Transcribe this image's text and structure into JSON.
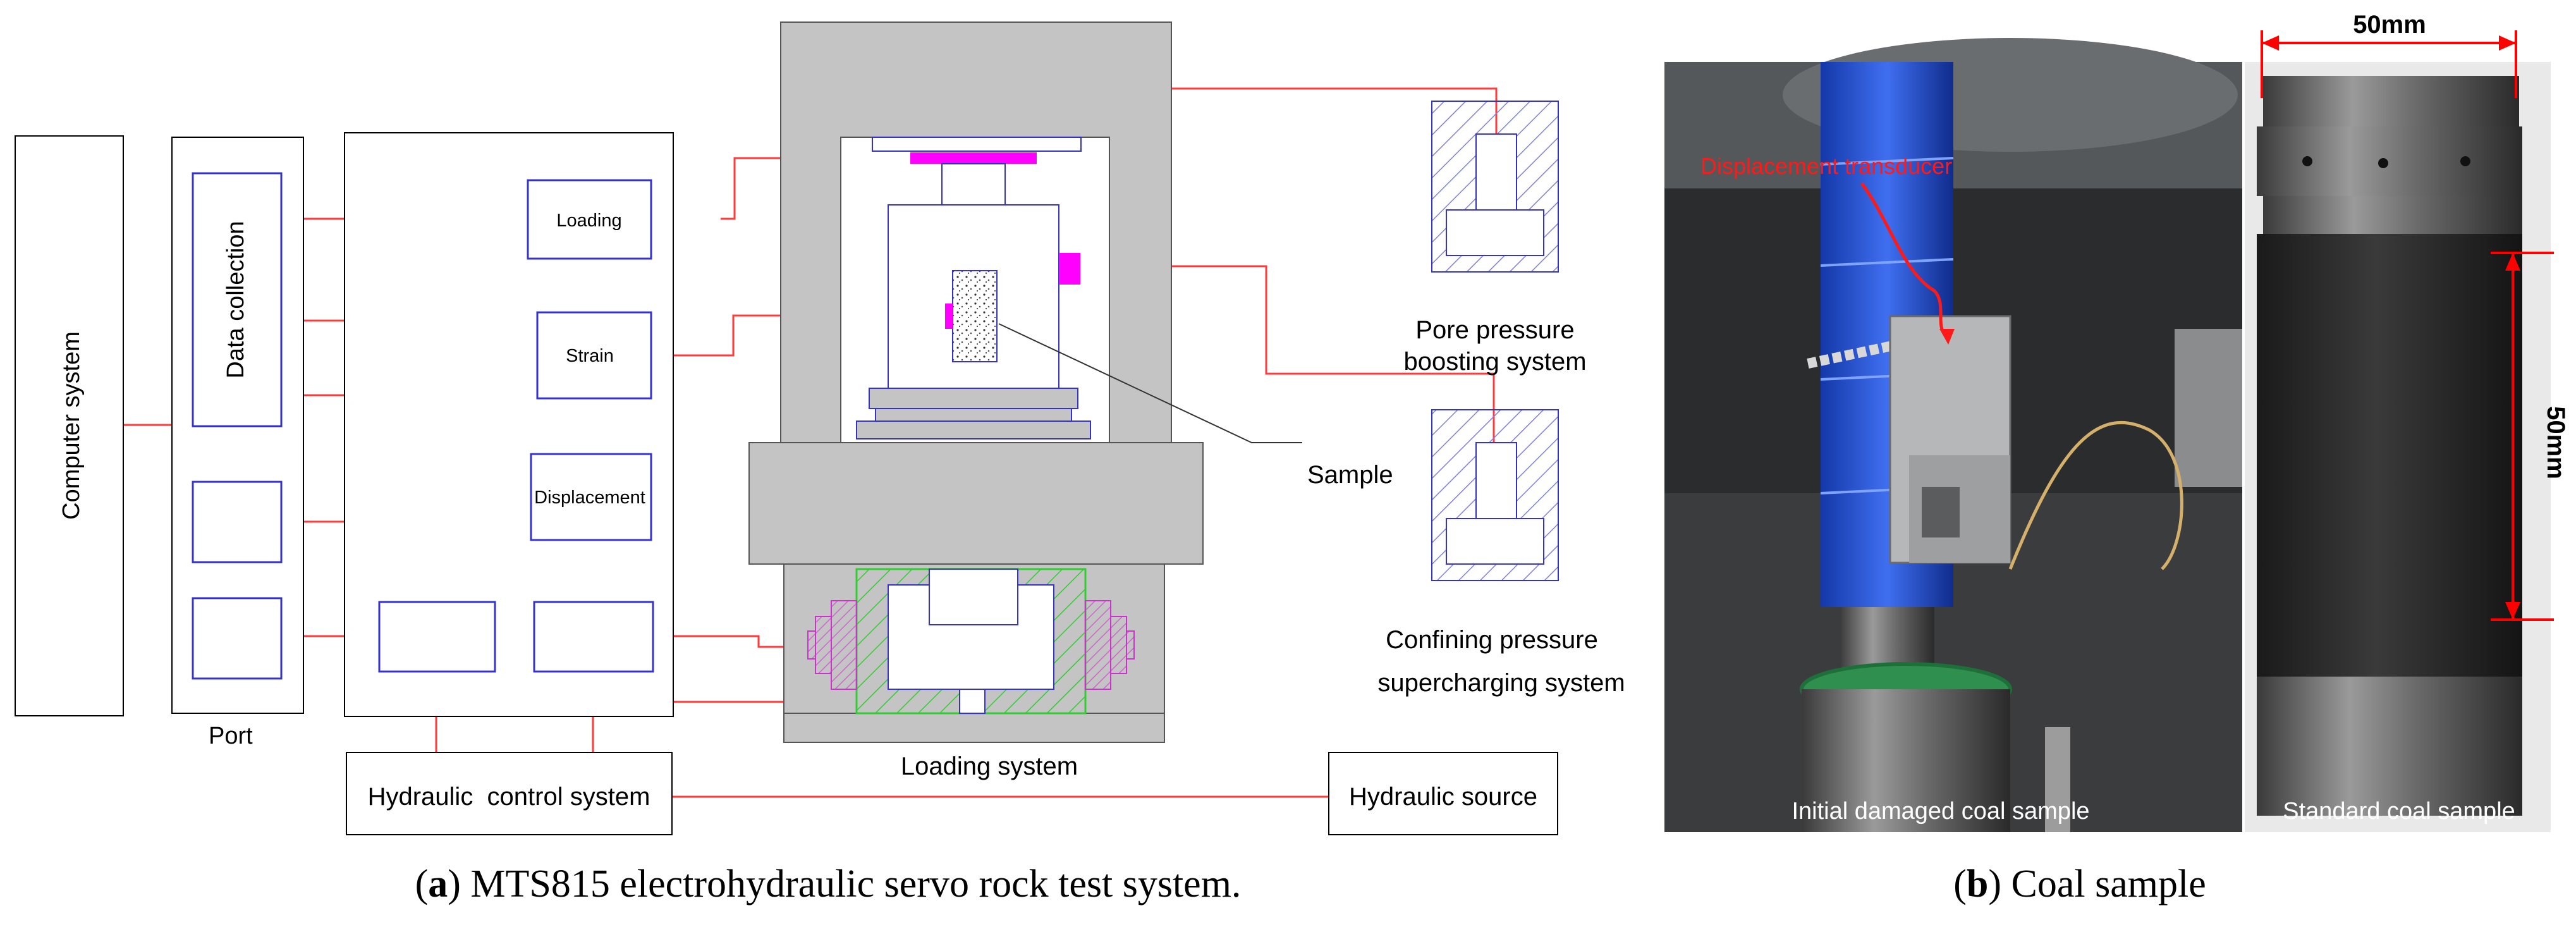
{
  "panel_a": {
    "blocks": {
      "computer": "Computer system",
      "data_collection": "Data collection",
      "port": "Port",
      "loading": "Loading",
      "strain": "Strain",
      "displacement": "Displacement",
      "hydraulic_control": "Hydraulic  control system",
      "hydraulic_source": "Hydraulic source",
      "loading_system": "Loading system",
      "sample": "Sample",
      "pore_line1": "Pore pressure",
      "pore_line2": "boosting system",
      "confining_line1": "Confining pressure",
      "confining_line2": "supercharging system"
    },
    "caption": {
      "letter": "a",
      "text": "MTS815 electrohydraulic servo rock test system."
    }
  },
  "panel_b": {
    "labels": {
      "transducer": "Displacement transducer",
      "initial_sample": "Initial damaged coal sample",
      "standard_sample": "Standard coal sample",
      "width_dim": "50mm",
      "height_dim": "50mm"
    },
    "caption": {
      "letter": "b",
      "text": "Coal sample"
    }
  },
  "colors": {
    "connector": "#ff3b3b",
    "block_border": "#3333cc",
    "frame_gray": "#c4c4c4",
    "magenta": "#ff00ff",
    "hatch_green": "#33cc33",
    "hatch_blue": "#7777dd"
  }
}
